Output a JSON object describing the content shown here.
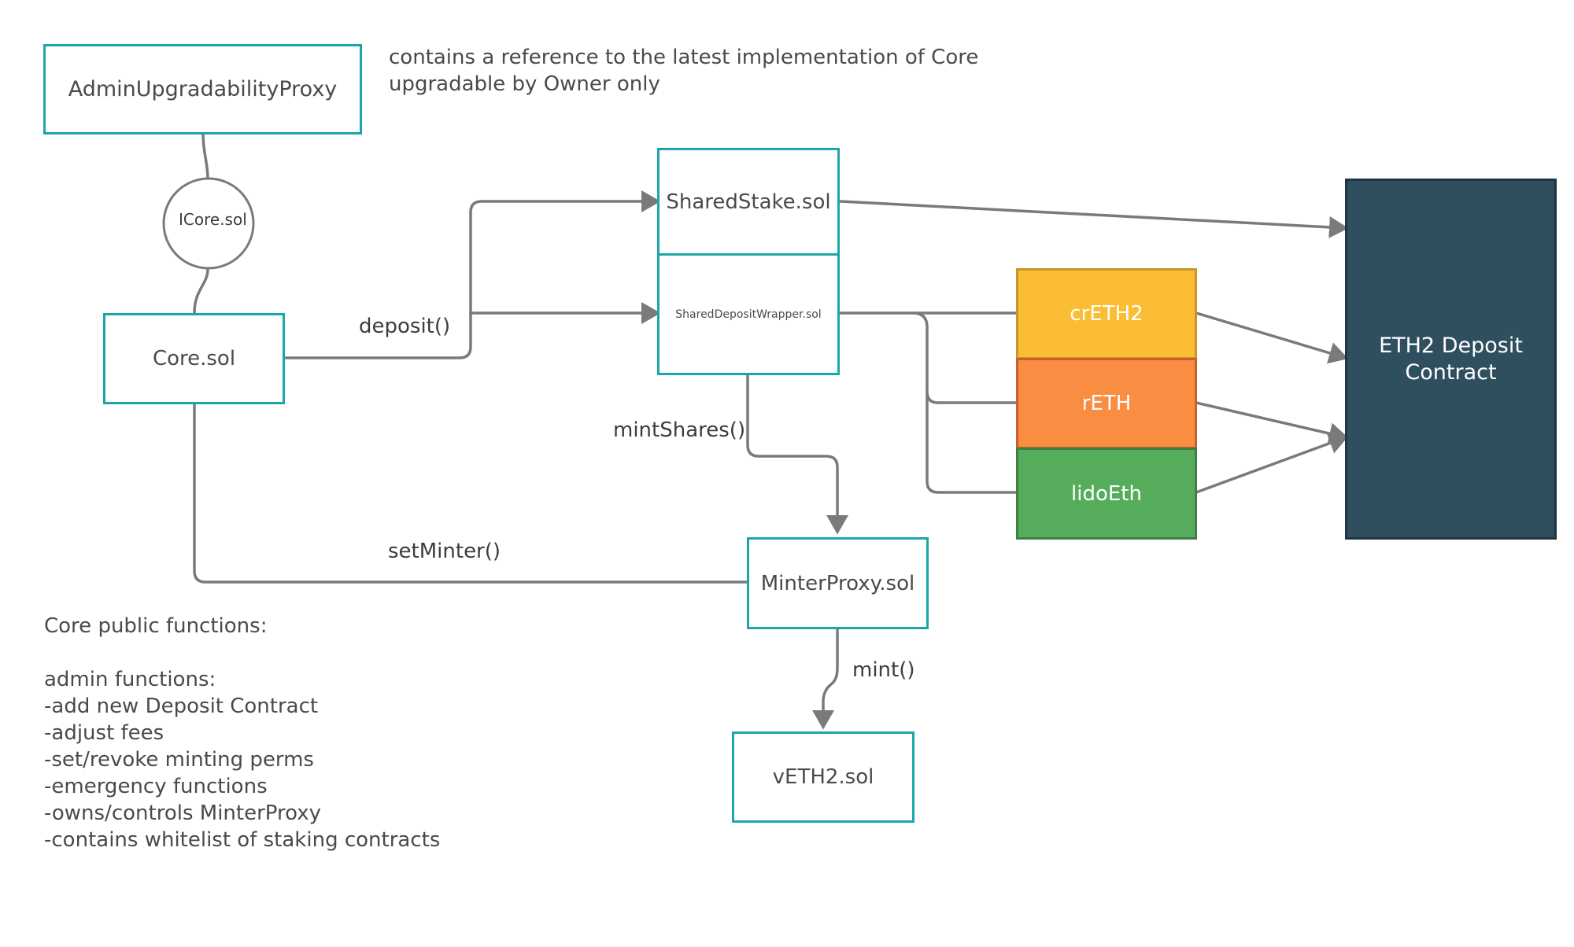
{
  "nodes": {
    "admin_proxy": "AdminUpgradabilityProxy",
    "icore": "ICore.sol",
    "core": "Core.sol",
    "shared_stake": "SharedStake.sol",
    "shared_deposit_wrapper": "SharedDepositWrapper.sol",
    "minter_proxy": "MinterProxy.sol",
    "veth2": "vETH2.sol",
    "creth2": "crETH2",
    "reth": "rETH",
    "lidoeth": "lidoEth",
    "eth2_deposit": "ETH2 Deposit\nContract"
  },
  "edges": {
    "deposit": "deposit()",
    "mint_shares": "mintShares()",
    "set_minter": "setMinter()",
    "mint": "mint()"
  },
  "notes": {
    "proxy_note": "contains a reference to the latest implementation of Core\nupgradable by Owner only",
    "core_functions": "Core public functions:\n\nadmin functions:\n-add new Deposit Contract\n-adjust fees\n-set/revoke minting perms\n-emergency functions\n-owns/controls MinterProxy\n-contains whitelist of staking contracts"
  },
  "colors": {
    "border": "#1aa7a7",
    "line": "#7a7a7a",
    "creth2": "#fbbd33",
    "reth": "#f98d41",
    "lidoeth": "#55ad5c",
    "eth2_deposit": "#2f4f5f"
  }
}
